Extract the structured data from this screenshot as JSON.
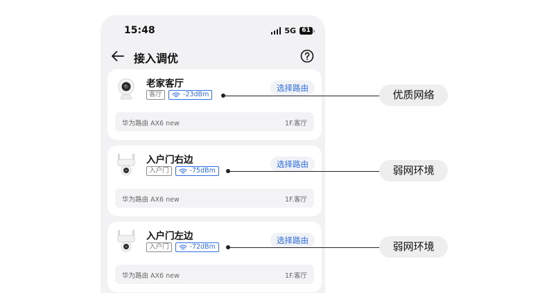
{
  "status_bar": {
    "time": "15:48",
    "network": "5G",
    "battery": "61"
  },
  "header": {
    "title": "接入调优",
    "back_icon": "arrow-left-icon",
    "help_icon": "question-circle-icon"
  },
  "colors": {
    "accent": "#2f6ee0",
    "background": "#f2f2f4",
    "card": "#ffffff"
  },
  "devices": [
    {
      "name": "老家客厅",
      "room_tag": "客厅",
      "signal": "-23dBm",
      "action": "选择路由",
      "router": "华为路由 AX6 new",
      "location": "1F.客厅",
      "camera_icon": "dome-camera-icon"
    },
    {
      "name": "入户门右边",
      "room_tag": "入户门",
      "signal": "-75dBm",
      "action": "选择路由",
      "router": "华为路由 AX6 new",
      "location": "1F.客厅",
      "camera_icon": "outdoor-camera-icon"
    },
    {
      "name": "入户门左边",
      "room_tag": "入户门",
      "signal": "-72dBm",
      "action": "选择路由",
      "router": "华为路由 AX6 new",
      "location": "1F.客厅",
      "camera_icon": "outdoor-camera-icon"
    }
  ],
  "callouts": [
    "优质网络",
    "弱网环境",
    "弱网环境"
  ]
}
